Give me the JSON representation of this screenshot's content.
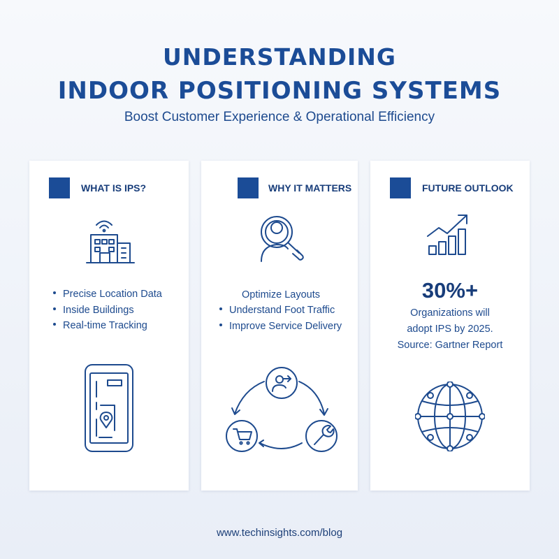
{
  "title": {
    "line1": "UNDERSTANDING",
    "line2": "INDOOR POSITIONING SYSTEMS",
    "subtitle": "Boost Customer Experience & Operational Efficiency"
  },
  "cards": [
    {
      "title": "WHAT IS IPS?",
      "bullets": [
        "Precise Location Data",
        "Inside Buildings",
        "Real-time Tracking"
      ],
      "icons": [
        "building-wifi-icon",
        "smartphone-map-icon"
      ]
    },
    {
      "title": "WHY IT MATTERS",
      "intro": "Optimize Layouts",
      "bullets": [
        "Understand Foot Traffic",
        "Improve Service Delivery"
      ],
      "icons": [
        "magnifier-person-icon",
        "cycle-diagram-icon"
      ]
    },
    {
      "title": "FUTURE OUTLOOK",
      "stat": "30%+",
      "stat_lines": [
        "Organizations will",
        "adopt IPS by 2025.",
        "Source: Gartner Report"
      ],
      "icons": [
        "growth-chart-icon",
        "globe-network-icon"
      ]
    }
  ],
  "footer": {
    "url": "www.techinsights.com/blog"
  },
  "colors": {
    "primary": "#1b4c97",
    "text": "#1d4a8e",
    "background": "#eef2f8"
  }
}
